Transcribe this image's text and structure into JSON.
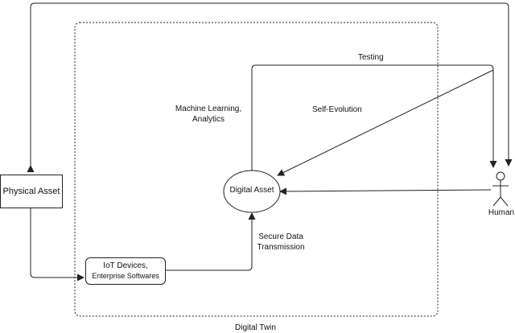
{
  "nodes": {
    "physical_asset": "Physical Asset",
    "iot_line1": "IoT Devices,",
    "iot_line2": "Enterprise Softwares",
    "digital_asset": "Digital Asset",
    "human": "Human"
  },
  "labels": {
    "testing": "Testing",
    "self_evolution": "Self-Evolution",
    "ml_line1": "Machine Learning,",
    "ml_line2": "Analytics",
    "secure_line1": "Secure Data",
    "secure_line2": "Transmission",
    "digital_twin": "Digital Twin"
  },
  "colors": {
    "line": "#222222",
    "background": "#ffffff"
  }
}
